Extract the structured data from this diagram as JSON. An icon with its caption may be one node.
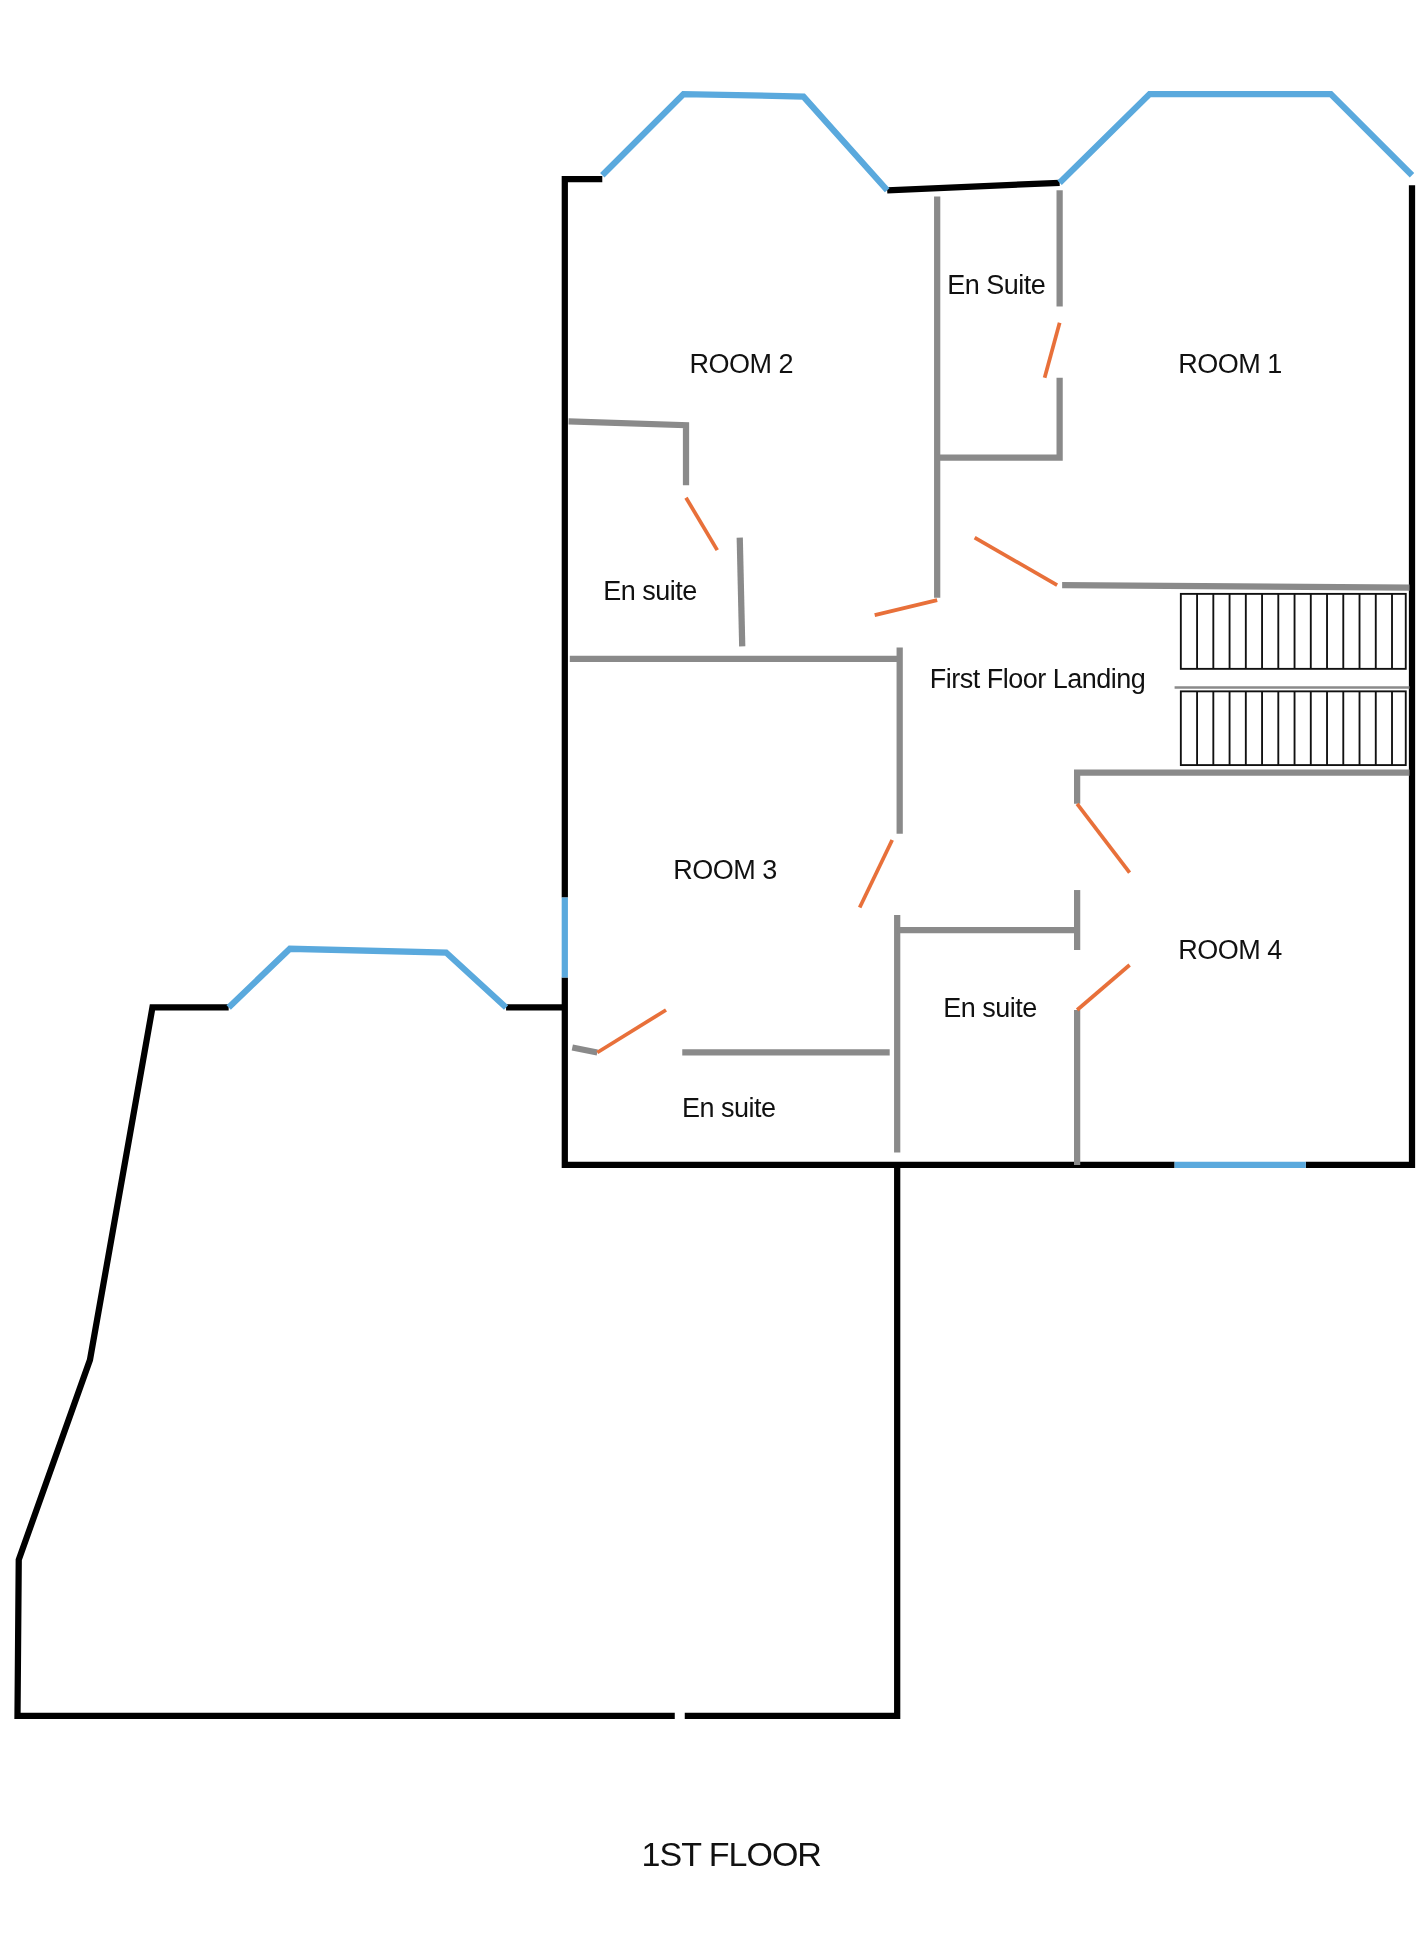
{
  "diagram": {
    "caption": "1ST FLOOR",
    "labels": [
      "En Suite",
      "ROOM 2",
      "ROOM 1",
      "En suite",
      "First Floor Landing",
      "ROOM 3",
      "ROOM 4",
      "En suite",
      "En suite"
    ]
  }
}
